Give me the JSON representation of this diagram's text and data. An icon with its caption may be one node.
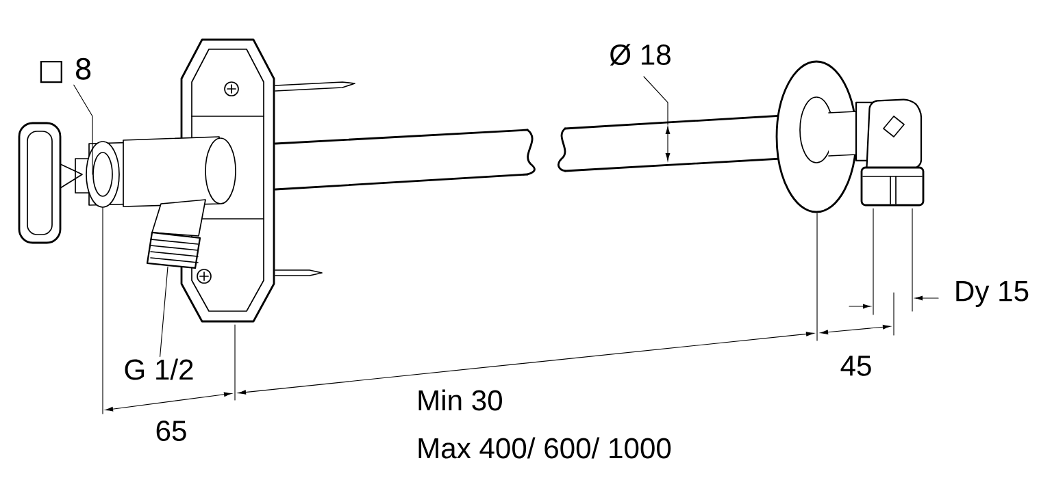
{
  "diagram": {
    "nodes": [
      {
        "text": [
          "□ 8"
        ]
      },
      {
        "text": [
          "G 1/2"
        ]
      }
    ],
    "edges": [
      {
        "from": 0,
        "to": null,
        "arrow": "none"
      },
      {
        "from": 1,
        "to": null,
        "arrow": "none"
      }
    ],
    "labels": [
      "Ø 18",
      "65",
      "Min 30",
      "Max 400/ 600/ 1000",
      "45",
      "Dy 15"
    ]
  }
}
